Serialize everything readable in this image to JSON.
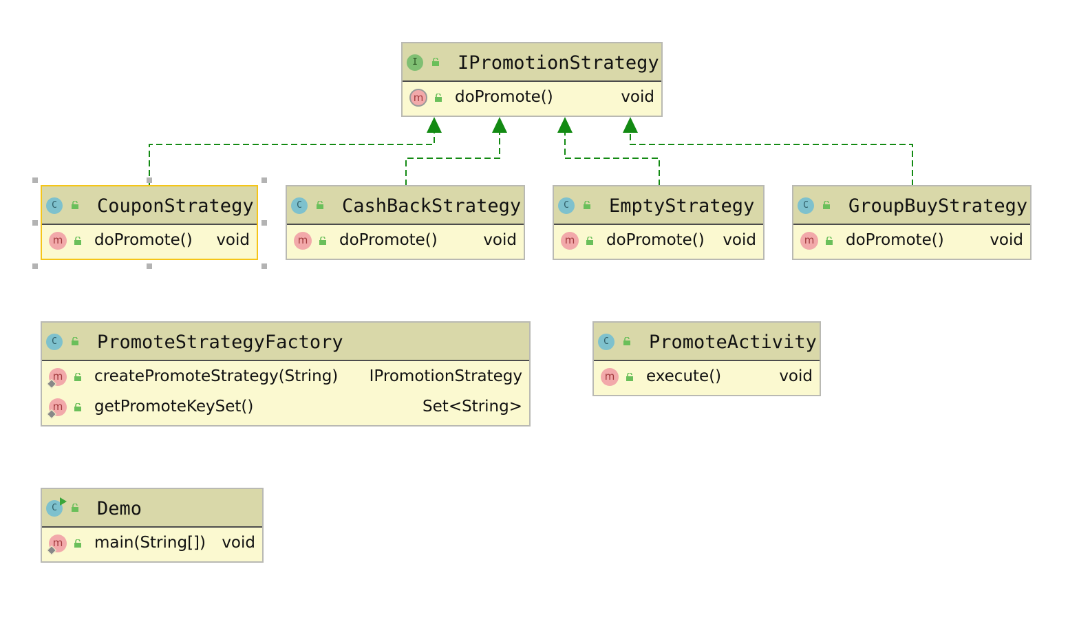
{
  "diagram": {
    "colors": {
      "node_header": "#d9d8a9",
      "node_body": "#fbf9d0",
      "node_border": "#b9b9b3",
      "selected_border": "#f5c518",
      "realization_arrow": "#138a13",
      "class_icon": "#7ec1cd",
      "interface_icon": "#7fbf73",
      "method_icon": "#f2a9aa",
      "visibility_icon": "#6abf5a"
    },
    "nodes": {
      "ipromotion": {
        "kind_icon": "I",
        "name": "IPromotionStrategy",
        "methods": [
          {
            "icon": "m",
            "name": "doPromote()",
            "type": "void"
          }
        ]
      },
      "coupon": {
        "kind_icon": "C",
        "name": "CouponStrategy",
        "methods": [
          {
            "icon": "m",
            "name": "doPromote()",
            "type": "void"
          }
        ]
      },
      "cashback": {
        "kind_icon": "C",
        "name": "CashBackStrategy",
        "methods": [
          {
            "icon": "m",
            "name": "doPromote()",
            "type": "void"
          }
        ]
      },
      "empty": {
        "kind_icon": "C",
        "name": "EmptyStrategy",
        "methods": [
          {
            "icon": "m",
            "name": "doPromote()",
            "type": "void"
          }
        ]
      },
      "groupbuy": {
        "kind_icon": "C",
        "name": "GroupBuyStrategy",
        "methods": [
          {
            "icon": "m",
            "name": "doPromote()",
            "type": "void"
          }
        ]
      },
      "factory": {
        "kind_icon": "C",
        "name": "PromoteStrategyFactory",
        "methods": [
          {
            "icon": "m",
            "name": "createPromoteStrategy(String)",
            "type": "IPromotionStrategy"
          },
          {
            "icon": "m",
            "name": "getPromoteKeySet()",
            "type": "Set<String>"
          }
        ]
      },
      "activity": {
        "kind_icon": "C",
        "name": "PromoteActivity",
        "methods": [
          {
            "icon": "m",
            "name": "execute()",
            "type": "void"
          }
        ]
      },
      "demo": {
        "kind_icon": "C",
        "name": "Demo",
        "methods": [
          {
            "icon": "m",
            "name": "main(String[])",
            "type": "void"
          }
        ]
      }
    },
    "edges": [
      {
        "from": "CouponStrategy",
        "to": "IPromotionStrategy",
        "relation": "realization"
      },
      {
        "from": "CashBackStrategy",
        "to": "IPromotionStrategy",
        "relation": "realization"
      },
      {
        "from": "EmptyStrategy",
        "to": "IPromotionStrategy",
        "relation": "realization"
      },
      {
        "from": "GroupBuyStrategy",
        "to": "IPromotionStrategy",
        "relation": "realization"
      }
    ],
    "selected_node": "CouponStrategy"
  }
}
